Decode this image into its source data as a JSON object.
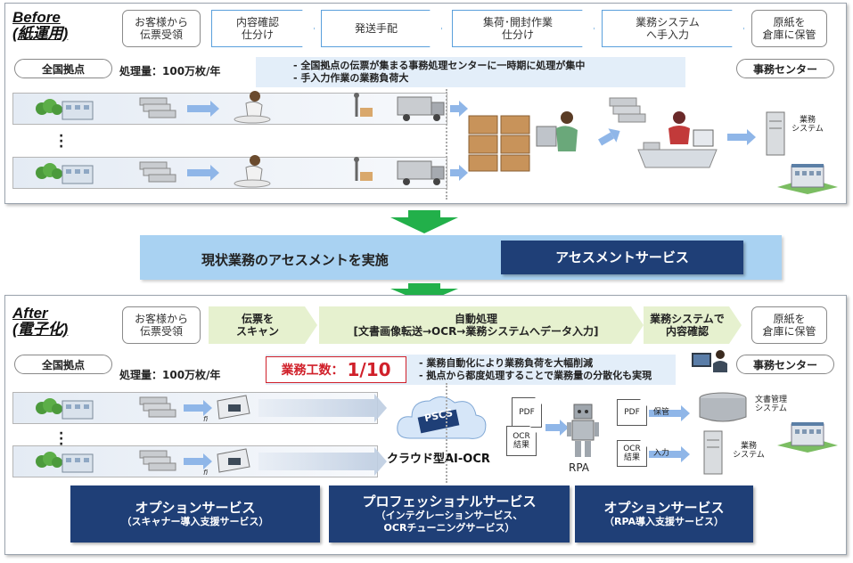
{
  "before": {
    "title_line1": "Before",
    "title_line2": "(紙運用)",
    "steps": [
      "お客様から\n伝票受領",
      "内容確認\n仕分け",
      "発送手配",
      "集荷･開封作業\n仕分け",
      "業務システム\nへ手入力",
      "原紙を\n倉庫に保管"
    ],
    "sites_label": "全国拠点",
    "volume": "処理量：100万枚/年",
    "notes": [
      "- 全国拠点の伝票が集まる事務処理センターに一時期に処理が集中",
      "- 手入力作業の業務負荷大"
    ],
    "center_label": "事務センター",
    "system_label": "業務\nシステム"
  },
  "assessment": {
    "label": "現状業務のアセスメントを実施",
    "service": "アセスメントサービス"
  },
  "after": {
    "title_line1": "After",
    "title_line2": "(電子化)",
    "steps": [
      "お客様から\n伝票受領",
      "伝票を\nスキャン",
      "自動処理\n[文書画像転送→OCR→業務システムへデータ入力]",
      "業務システムで\n内容確認",
      "原紙を\n倉庫に保管"
    ],
    "sites_label": "全国拠点",
    "volume": "処理量：100万枚/年",
    "workload_label": "業務工数：",
    "workload_value": "1/10",
    "notes": [
      "- 業務自動化により業務負荷を大幅削減",
      "- 拠点から都度処理することで業務量の分散化も実現"
    ],
    "center_label": "事務センター",
    "cloud_logo": "PSCS",
    "cloud_label": "クラウド型AI-OCR",
    "doc_pdf": "PDF",
    "doc_ocr": "OCR\n結果",
    "rpa_label": "RPA",
    "store_label": "保管",
    "input_label": "入力",
    "docmgmt_label": "文書管理\nシステム",
    "system_label": "業務\nシステム",
    "scanner_brand": "fi"
  },
  "services": [
    {
      "title": "オプションサービス",
      "sub": "（スキャナー導入支援サービス）"
    },
    {
      "title": "プロフェッショナルサービス",
      "sub": "（インテグレーションサービス、\nOCRチューニングサービス）"
    },
    {
      "title": "オプションサービス",
      "sub": "（RPA導入支援サービス）"
    }
  ],
  "colors": {
    "navy": "#1f3f77",
    "light_blue": "#a9d2f2",
    "green": "#22b04a",
    "chevron_border": "#5aa0dc",
    "chevron_green": "#e6f1cf",
    "workload_red": "#d0202a"
  }
}
